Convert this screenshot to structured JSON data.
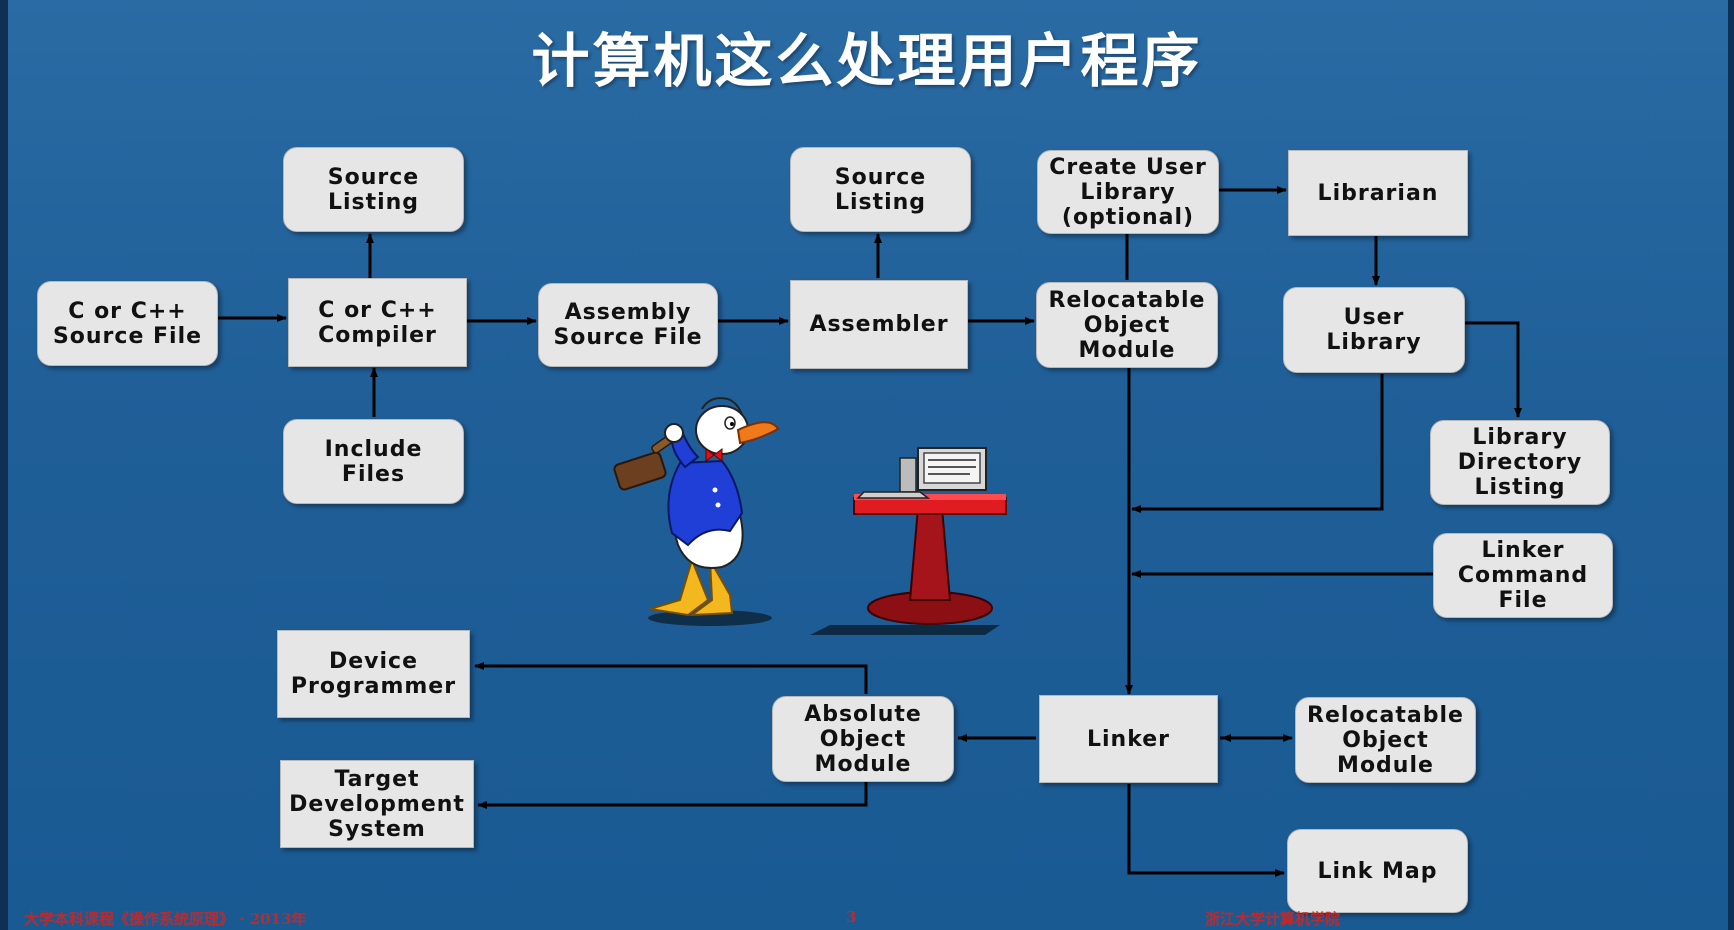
{
  "title": "计算机这么处理用户程序",
  "boxes": {
    "source_listing_1": "Source\nListing",
    "c_source_file": "C or C++\nSource File",
    "c_compiler": "C or C++\nCompiler",
    "include_files": "Include\nFiles",
    "assembly_source_file": "Assembly\nSource File",
    "source_listing_2": "Source\nListing",
    "assembler": "Assembler",
    "create_user_library": "Create User\nLibrary\n(optional)",
    "librarian": "Librarian",
    "relocatable_object_module_1": "Relocatable\nObject\nModule",
    "user_library": "User\nLibrary",
    "library_directory_listing": "Library\nDirectory\nListing",
    "linker_command_file": "Linker\nCommand\nFile",
    "device_programmer": "Device\nProgrammer",
    "absolute_object_module": "Absolute\nObject\nModule",
    "linker": "Linker",
    "relocatable_object_module_2": "Relocatable\nObject\nModule",
    "target_development_system": "Target\nDevelopment\nSystem",
    "link_map": "Link Map"
  },
  "footer": {
    "left": "大学本科课程《操作系统原理》 · 2013年",
    "page": "3",
    "right": "浙江大学计算机学院"
  },
  "colors": {
    "background": "#1f5e97",
    "box_fill": "#e6e6e6",
    "line": "#000000",
    "footer_text": "#d8231d"
  },
  "icons": {
    "duck": "duck-with-hammer-illustration",
    "computer": "computer-on-red-table-illustration"
  }
}
